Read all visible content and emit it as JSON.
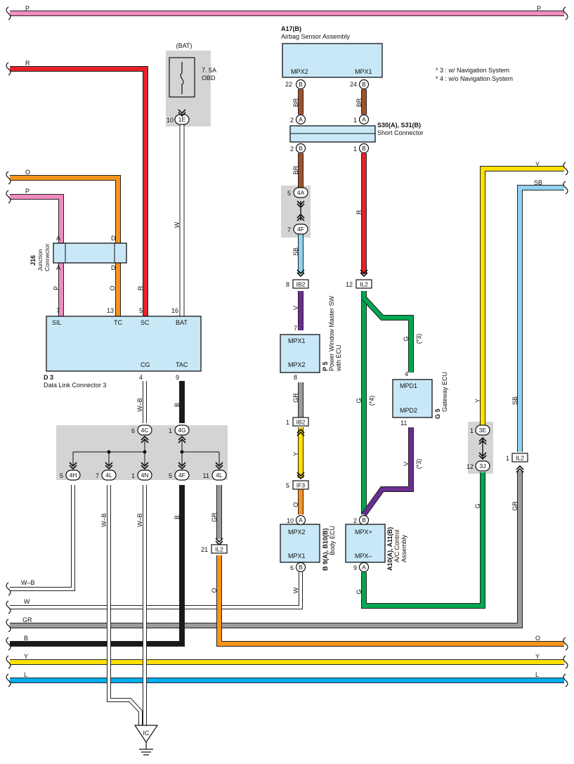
{
  "colors": {
    "P": "#f08cbe",
    "R": "#e8202a",
    "O": "#f7941d",
    "W": "#ffffff",
    "BR": "#a0522d",
    "SB": "#8fd3f0",
    "V": "#6a2d91",
    "GR": "#9b9b9b",
    "Y": "#ffe000",
    "G": "#00a650",
    "B": "#1a1a1a",
    "L": "#00aeef",
    "box_fill": "#c9e8f7",
    "shade": "#d4d4d4"
  },
  "bus_labels": {
    "p_left": "P",
    "p_right": "P",
    "r_left": "R",
    "o_left": "O",
    "p2_left": "P",
    "y_right": "Y",
    "sb_right": "SB",
    "wb_left": "W–B",
    "w_left": "W",
    "gr_left": "GR",
    "b_left": "B",
    "o_right": "O",
    "y_left": "Y",
    "y_right2": "Y",
    "l_left": "L",
    "l_right": "L"
  },
  "wire_labels": {
    "w_obd": "W",
    "p_dlc": "P",
    "o_dlc": "O",
    "r_dlc": "R",
    "br_1": "BR",
    "br_2": "BR",
    "br_3": "BR",
    "sb_1": "SB",
    "r_1": "R",
    "v_1": "V",
    "gr_1": "GR",
    "y_1": "Y",
    "o_1": "O",
    "w_body": "W",
    "g_main": "G",
    "g_a": "G",
    "note_3a": "(*3)",
    "note_4": "(*4)",
    "v_2": "V",
    "note_3b": "(*3)",
    "g_bottom": "G",
    "y_v": "Y",
    "sb_v": "SB",
    "g_3j": "G",
    "gr_il2": "GR",
    "wb_1": "W–B",
    "b_tac": "B",
    "wb_2": "W–B",
    "wb_3": "W–B",
    "b_4f": "B",
    "gr_4l": "GR",
    "o_il2": "O"
  },
  "fuse": {
    "caption": "(BAT)",
    "rating": "7. 5A",
    "name": "OBD",
    "pin": "10",
    "conn": "1E"
  },
  "junction": {
    "code": "J16",
    "name1": "Junction",
    "name2": "Connector",
    "pin_a_top": "A",
    "pin_d_top": "D",
    "pin_a_bot": "A",
    "pin_d_bot": "D"
  },
  "dlc": {
    "code": "D 3",
    "name": "Data Link Connector 3",
    "pins_top": [
      "SIL",
      "TC",
      "SC",
      "BAT"
    ],
    "pin_nums_top": [
      "7",
      "13",
      "5",
      "16"
    ],
    "pins_bot": [
      "CG",
      "TAC"
    ],
    "pin_nums_bot": [
      "4",
      "9"
    ]
  },
  "airbag": {
    "code": "A17(B)",
    "name": "Airbag Sensor Assembly",
    "pin1": "MPX2",
    "pin2": "MPX1",
    "num1": "22",
    "num2": "24",
    "conn": "B"
  },
  "notes": {
    "n3": "* 3 : w/ Navigation System",
    "n4": "* 4 : w/o Navigation System"
  },
  "short_conn": {
    "code": "S30(A), S31(B)",
    "name": "Short Connector",
    "num_tl": "2",
    "num_tr": "1",
    "conn_t": "A",
    "num_bl": "2",
    "num_br": "1",
    "conn_b": "B"
  },
  "conn_4a": {
    "num": "5",
    "conn": "4A"
  },
  "conn_4f_top": {
    "num": "7",
    "conn": "4F"
  },
  "ib2_top": {
    "num": "8",
    "conn": "IB2"
  },
  "il2_top": {
    "num": "12",
    "conn": "IL2"
  },
  "pwm": {
    "code": "P 5",
    "name1": "Power Window Master SW",
    "name2": "with ECU",
    "pin1": "MPX1",
    "pin2": "MPX2",
    "num_top": "7",
    "num_bot": "8"
  },
  "gateway": {
    "code": "G 5",
    "name": "Gateway ECU",
    "pin1": "MPD1",
    "pin2": "MPD2",
    "num_top": "4",
    "num_bot": "11"
  },
  "ib2_bot": {
    "num": "1",
    "conn": "IB2"
  },
  "if3": {
    "num": "5",
    "conn": "IF3"
  },
  "body": {
    "code": "B 9(A), B10(B)",
    "name": "Body ECU",
    "pin1": "MPX2",
    "pin2": "MPX1",
    "num_top": "10",
    "num_bot": "6",
    "conn_top": "A",
    "conn_bot": "B"
  },
  "ac": {
    "code": "A10(A), A11(B)",
    "name1": "A/C Control",
    "name2": "Assembly",
    "pin1": "MPX+",
    "pin2": "MPX–",
    "num_top": "2",
    "num_bot": "9",
    "conn_top": "B",
    "conn_bot": "A"
  },
  "conn_3e": {
    "num": "1",
    "conn": "3E"
  },
  "conn_3j": {
    "num": "12",
    "conn": "3J"
  },
  "il2_right": {
    "num": "1",
    "conn": "IL2"
  },
  "jb": {
    "top_l": {
      "num": "6",
      "conn": "4C"
    },
    "top_r": {
      "num": "1",
      "conn": "4G"
    },
    "bottom": [
      {
        "num": "5",
        "conn": "4H"
      },
      {
        "num": "7",
        "conn": "4L"
      },
      {
        "num": "1",
        "conn": "4N"
      },
      {
        "num": "5",
        "conn": "4F"
      },
      {
        "num": "11",
        "conn": "4L"
      }
    ]
  },
  "il2_low": {
    "num": "21",
    "conn": "IL2"
  },
  "ground": {
    "label": "IC"
  }
}
